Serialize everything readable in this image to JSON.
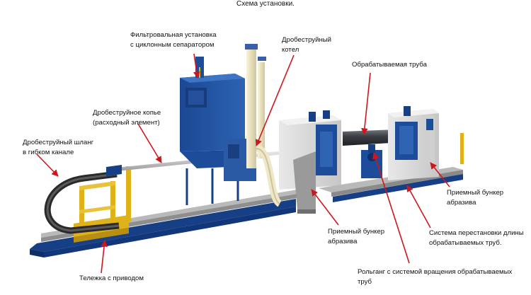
{
  "title": "Схема установки.",
  "labels": {
    "filter": [
      "Фильтровальная установка",
      "с циклонным сепаратором"
    ],
    "boiler": [
      "Дробеструйный",
      "котел"
    ],
    "pipe": [
      "Обрабатываемая труба"
    ],
    "spear": [
      "Дробеструйное копье",
      "(расходный элемент)"
    ],
    "hose": [
      "Дробеструйный шланг",
      "в гибком канале"
    ],
    "bunker_right": [
      "Приемный бункер",
      "абразива"
    ],
    "bunker_center": [
      "Приемный бункер",
      "абразива"
    ],
    "length_system": [
      "Система перестановки длины",
      "обрабатываемых труб."
    ],
    "roller": [
      "Рольганг с системой вращения обрабатываемых",
      "труб"
    ],
    "cart": [
      "Тележка с приводом"
    ]
  },
  "colors": {
    "frame_blue": "#163f86",
    "cabinet_blue": "#1d4d9a",
    "yellow": "#e0b21a",
    "grey_box": "#d8d8d8",
    "pipe_grey": "#3c3f44",
    "cream": "#eee7c8",
    "arrow_red": "#d0161c"
  }
}
